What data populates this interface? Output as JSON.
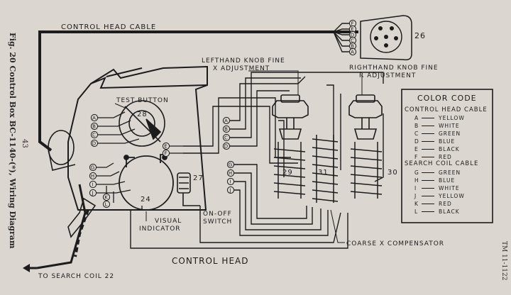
{
  "figure": {
    "caption": "Fig. 20 Control Box BC-1140-(*), Wiring Diagram",
    "page_number": "43",
    "tm_number": "TM 11-1122"
  },
  "labels": {
    "control_head_cable": "CONTROL HEAD CABLE",
    "test_button": "TEST BUTTON",
    "lefthand_knob_line1": "LEFTHAND KNOB FINE",
    "lefthand_knob_line2": "X ADJUSTMENT",
    "righthand_knob_line1": "RIGHTHAND KNOB FINE",
    "righthand_knob_line2": "R ADJUSTMENT",
    "visual_indicator_line1": "VISUAL",
    "visual_indicator_line2": "INDICATOR",
    "on_off_line1": "ON-OFF",
    "on_off_line2": "SWITCH",
    "coarse_compensator": "COARSE X COMPENSATOR",
    "control_head": "CONTROL HEAD",
    "to_search_coil": "TO SEARCH COIL 22"
  },
  "component_numbers": {
    "connector": "26",
    "test_button": "28",
    "switch": "27",
    "indicator": "24",
    "coil_left": "29",
    "coil_mid": "31",
    "coil_right": "30"
  },
  "color_code": {
    "title": "COLOR CODE",
    "control_head_cable_title": "CONTROL HEAD CABLE",
    "control_head_cable": [
      {
        "letter": "A",
        "color": "YELLOW"
      },
      {
        "letter": "B",
        "color": "WHITE"
      },
      {
        "letter": "C",
        "color": "GREEN"
      },
      {
        "letter": "D",
        "color": "BLUE"
      },
      {
        "letter": "E",
        "color": "BLACK"
      },
      {
        "letter": "F",
        "color": "RED"
      }
    ],
    "search_coil_cable_title": "SEARCH COIL CABLE",
    "search_coil_cable": [
      {
        "letter": "G",
        "color": "GREEN"
      },
      {
        "letter": "H",
        "color": "BLUE"
      },
      {
        "letter": "I",
        "color": "WHITE"
      },
      {
        "letter": "J",
        "color": "YELLOW"
      },
      {
        "letter": "K",
        "color": "RED"
      },
      {
        "letter": "L",
        "color": "BLACK"
      }
    ]
  },
  "terminal_letters": {
    "cable_connector": [
      "F",
      "E",
      "D",
      "C",
      "B",
      "A"
    ],
    "box_top_left": [
      "A",
      "B",
      "C",
      "D"
    ],
    "box_top_right": [
      "E",
      "F"
    ],
    "box_left_lower": [
      "G",
      "H",
      "I",
      "J"
    ],
    "box_bottom": [
      "K",
      "L"
    ],
    "middle_upper": [
      "A",
      "B",
      "C",
      "D"
    ],
    "middle_lower": [
      "G",
      "H",
      "I",
      "J"
    ]
  },
  "colors": {
    "paper": "#dcd6d0",
    "ink": "#1c1c1c"
  }
}
